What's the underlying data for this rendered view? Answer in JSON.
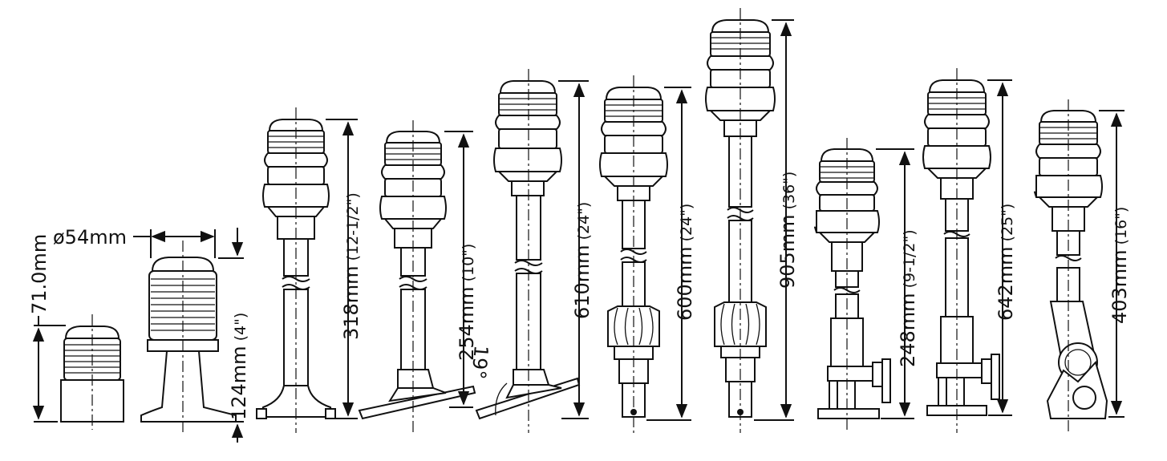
{
  "diagram": {
    "variants": [
      {
        "id": "flush-mount",
        "height_label": "71.0mm",
        "diameter_label": "ø54mm"
      },
      {
        "id": "base-mount",
        "height_label": "124mm",
        "height_inch": "(4\")"
      },
      {
        "id": "pole-base-mount",
        "height_label": "318mm",
        "height_inch": "(12-1/2\")"
      },
      {
        "id": "angled-base-mount",
        "height_label": "254mm",
        "height_inch": "(10\")",
        "angle_label": "19°"
      },
      {
        "id": "angled-base-mount-long",
        "height_label": "610mm",
        "height_inch": "(24\")"
      },
      {
        "id": "plug-in-pole",
        "height_label": "600mm",
        "height_inch": "(24\")"
      },
      {
        "id": "plug-in-pole-long",
        "height_label": "905mm",
        "height_inch": "(36\")"
      },
      {
        "id": "clamp-pole",
        "height_label": "248mm",
        "height_inch": "(9-1/2\")"
      },
      {
        "id": "clamp-pole-long",
        "height_label": "642mm",
        "height_inch": "(25\")"
      },
      {
        "id": "swivel-pole",
        "height_label": "403mm",
        "height_inch": "(16\")"
      }
    ]
  }
}
